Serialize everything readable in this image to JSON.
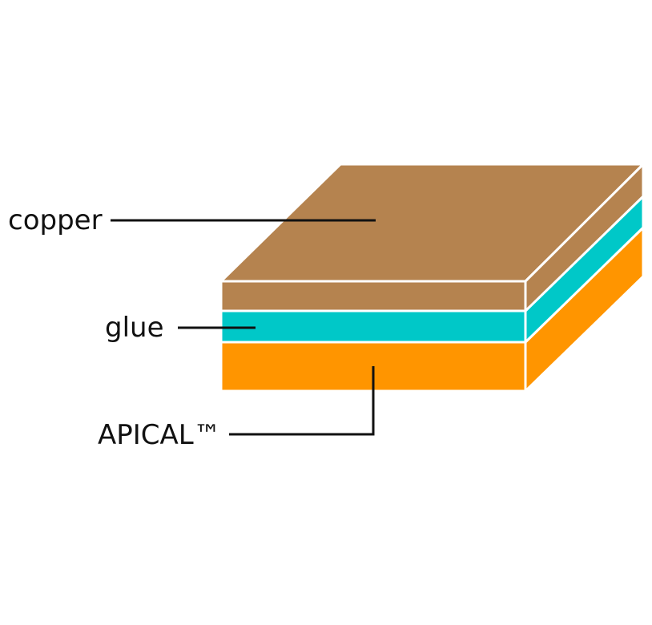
{
  "labels": {
    "copper": "copper",
    "glue": "glue",
    "apical": "APICAL™"
  },
  "colors": {
    "copper": "#b5834f",
    "glue": "#00c8c8",
    "apical": "#ff9500",
    "edge": "#ffffff",
    "leader": "#111111"
  }
}
